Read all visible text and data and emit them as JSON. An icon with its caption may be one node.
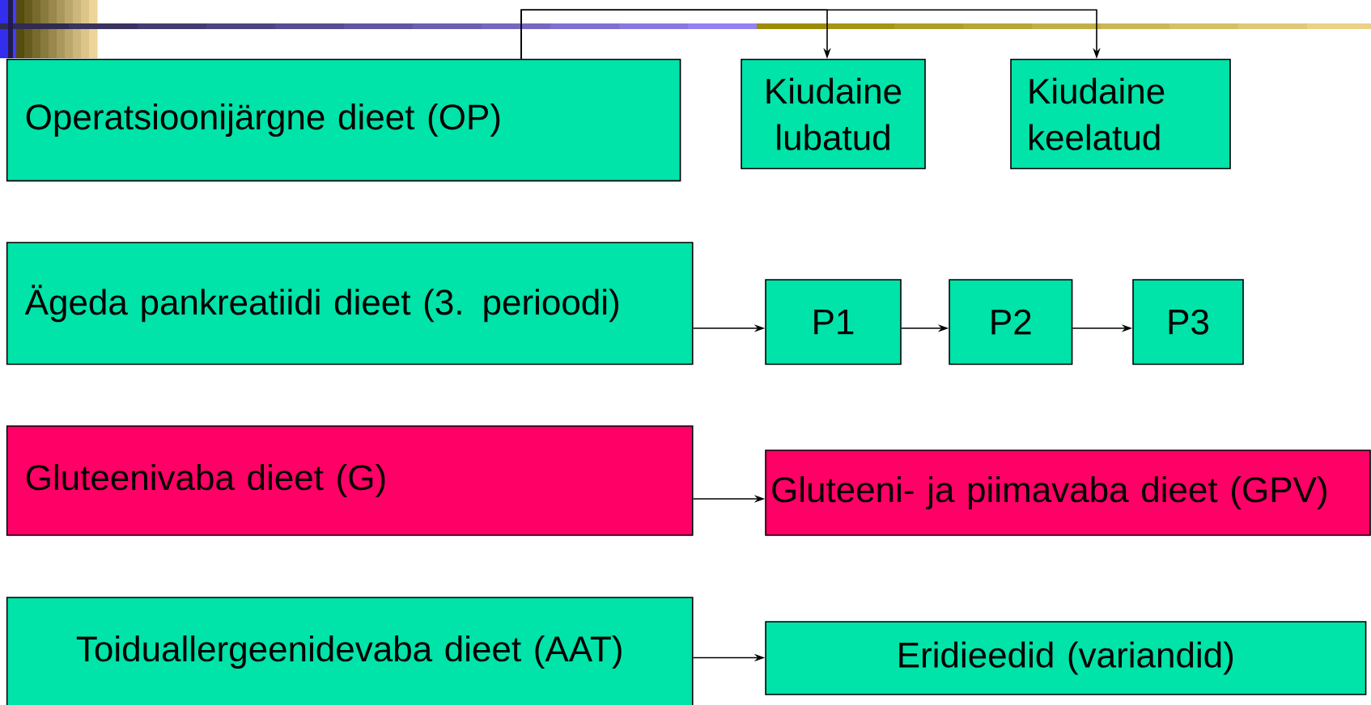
{
  "diagram": {
    "nodes": [
      {
        "text": [
          "Operatsioonijärgne dieet (OP)"
        ]
      },
      {
        "text": [
          "Kiudaine lubatud"
        ]
      },
      {
        "text": [
          "Kiudaine keelatud"
        ]
      },
      {
        "text": [
          "Ägeda pankreatiidi dieet  (3. perioodi)"
        ]
      },
      {
        "text": [
          "P1"
        ]
      },
      {
        "text": [
          "P2"
        ]
      },
      {
        "text": [
          "P3"
        ]
      },
      {
        "text": [
          "Gluteenivaba dieet (G)"
        ]
      },
      {
        "text": [
          "Gluteeni- ja piimavaba dieet (GPV)"
        ]
      },
      {
        "text": [
          "Toiduallergeenidevaba dieet (AAT)"
        ]
      },
      {
        "text": [
          "Eridieedid (variandid)"
        ]
      }
    ],
    "edges": [
      {
        "from": 0,
        "to": 1,
        "arrow": "to"
      },
      {
        "from": 0,
        "to": 2,
        "arrow": "to"
      },
      {
        "from": 3,
        "to": 4,
        "arrow": "to"
      },
      {
        "from": 4,
        "to": 5,
        "arrow": "to"
      },
      {
        "from": 5,
        "to": 6,
        "arrow": "to"
      },
      {
        "from": 7,
        "to": 8,
        "arrow": "to"
      },
      {
        "from": 9,
        "to": 10,
        "arrow": "to"
      }
    ]
  }
}
